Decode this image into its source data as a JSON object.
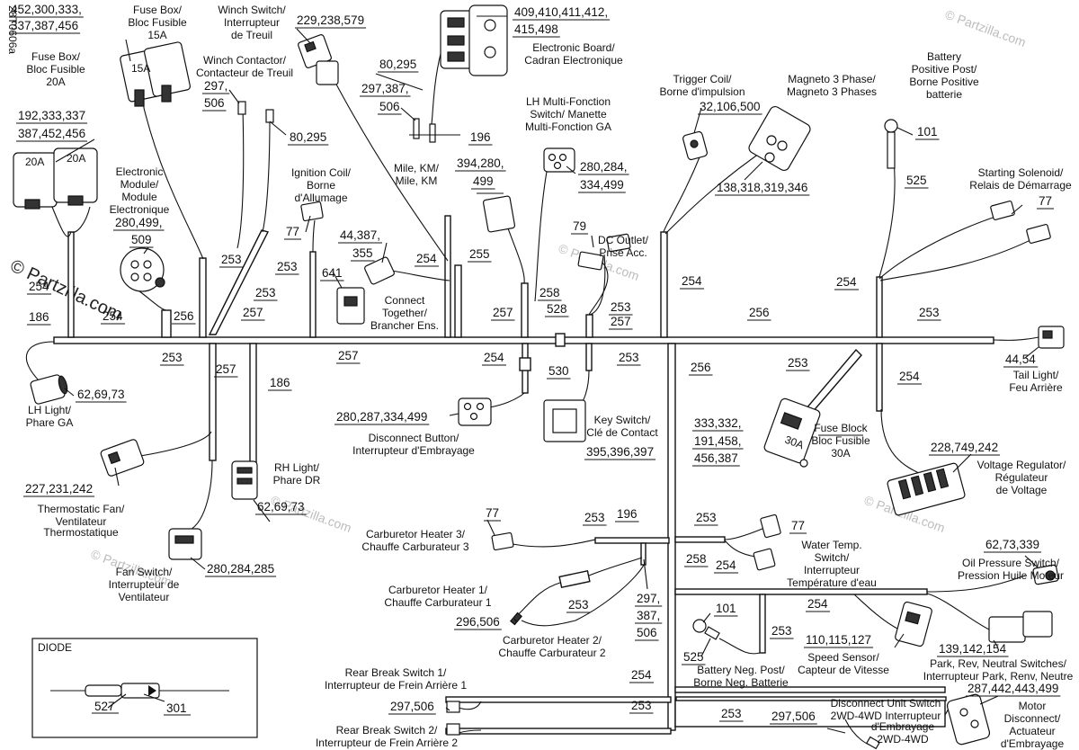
{
  "page": {
    "code": "28T0606a",
    "watermark": "© Partzilla.com",
    "watermark_faint": "© Partzilla.com"
  },
  "diode_box": {
    "title": "DIODE",
    "part_a": "527",
    "part_b": "301"
  },
  "top_labels": {
    "fuse15_parts_l1": "452,300,333,",
    "fuse15_parts_l2": "337,387,456",
    "fuse15_name_l1": "Fuse Box/",
    "fuse15_name_l2": "Bloc Fusible",
    "fuse15_name_l3": "15A",
    "fuse20_name_l1": "Fuse Box/",
    "fuse20_name_l2": "Bloc Fusible",
    "fuse20_name_l3": "20A",
    "fuse20_parts_l1": "192,333,337",
    "fuse20_parts_l2": "387,452,456",
    "winch_sw_l1": "Winch Switch/",
    "winch_sw_l2": "Interrupteur",
    "winch_sw_l3": "de Treuil",
    "winch_sw_parts": "229,238,579",
    "winch_ct_l1": "Winch Contactor/",
    "winch_ct_l2": "Contacteur de Treuil",
    "winch_ct_parts_l1": "297,",
    "winch_ct_parts_l2": "506",
    "winch_ct_parts_b": "80,295",
    "ebox_parts_l1": "409,410,411,412,",
    "ebox_parts_l2": "415,498",
    "ebox_l1": "Electronic Board/",
    "ebox_l2": "Cadran Electronique",
    "mile_parts_a": "80,295",
    "mile_parts_b1": "297,387,",
    "mile_parts_b2": "506",
    "mile_parts_c": "196",
    "mile_l1": "Mile, KM/",
    "mile_l2": "Mile, KM",
    "lhmf_l1": "LH Multi-Fonction",
    "lhmf_l2": "Switch/ Manette",
    "lhmf_l3": "Multi-Fonction GA",
    "lhmf_parts_a1": "394,280,",
    "lhmf_parts_a2": "499",
    "lhmf_parts_b1": "280,284,",
    "lhmf_parts_b2": "334,499",
    "trig_l1": "Trigger Coil/",
    "trig_l2": "Borne d'impulsion",
    "trig_parts": "32,106,500",
    "mag_l1": "Magneto 3 Phase/",
    "mag_l2": "Magneto 3 Phases",
    "mag_parts": "138,318,319,346",
    "batt_l1": "Battery",
    "batt_l2": "Positive Post/",
    "batt_l3": "Borne Positive",
    "batt_l4": "batterie",
    "batt_part": "101",
    "batt_part_b": "525",
    "start_l1": "Starting Solenoid/",
    "start_l2": "Relais de Démarrage",
    "start_part": "77",
    "emod_l1": "Electronic",
    "emod_l2": "Module/",
    "emod_l3": "Module",
    "emod_l4": "Electronique",
    "emod_parts_l1": "280,499,",
    "emod_parts_l2": "509",
    "ign_l1": "Ignition Coil/",
    "ign_l2": "Borne",
    "ign_l3": "d'Allumage",
    "ign_part": "77",
    "ct_parts_l1": "44,387,",
    "ct_parts_l2": "355",
    "ct_part_b": "641",
    "ct_l1": "Connect",
    "ct_l2": "Together/",
    "ct_l3": "Brancher Ens.",
    "dc_l1": "DC Outlet/",
    "dc_l2": "Prise Acc.",
    "dc_part": "79"
  },
  "harness_labels": {
    "h254a": "254",
    "h186a": "186",
    "h254b": "254",
    "h256a": "256",
    "h253a": "253",
    "h253b": "253",
    "h253c": "253",
    "h257a": "257",
    "h253d": "253",
    "h257b": "257",
    "h186b": "186",
    "h257c": "257",
    "h254c": "254",
    "h255": "255",
    "h257d": "257",
    "h258a": "258",
    "h528": "528",
    "h253e": "253",
    "h257e": "257",
    "h254d": "254",
    "h530": "530",
    "h253f": "253",
    "h254e": "254",
    "h256b": "256",
    "h254f": "254",
    "h253g": "253",
    "h256c": "256",
    "h253h": "253",
    "h254g": "254"
  },
  "lower_labels": {
    "lh_l1": "LH Light/",
    "lh_l2": "Phare GA",
    "lh_parts": "62,69,73",
    "thermo_parts": "227,231,242",
    "thermo_l1": "Thermostatic Fan/",
    "thermo_l2": "Ventilateur",
    "thermo_l3": "Thermostatique",
    "rh_l1": "RH Light/",
    "rh_l2": "Phare DR",
    "rh_parts": "62,69,73",
    "fansw_l1": "Fan Switch/",
    "fansw_l2": "Interrupteur de",
    "fansw_l3": "Ventilateur",
    "fansw_parts": "280,284,285",
    "disc_parts": "280,287,334,499",
    "disc_l1": "Disconnect Button/",
    "disc_l2": "Interrupteur d'Embrayage",
    "key_l1": "Key Switch/",
    "key_l2": "Clé de Contact",
    "key_parts": "395,396,397",
    "fb30_parts_l1": "333,332,",
    "fb30_parts_l2": "191,458,",
    "fb30_parts_l3": "456,387",
    "fb30_l1": "Fuse Block",
    "fb30_l2": "Bloc Fusible",
    "fb30_l3": "30A",
    "tail_parts": "44,54",
    "tail_l1": "Tail Light/",
    "tail_l2": "Feu Arrière",
    "vreg_parts": "228,749,242",
    "vreg_l1": "Voltage Regulator/",
    "vreg_l2": "Régulateur",
    "vreg_l3": "de Voltage",
    "ch3_part": "77",
    "ch3_l1": "Carburetor Heater 3/",
    "ch3_l2": "Chauffe Carburateur 3",
    "ch1_l1": "Carburetor Heater 1/",
    "ch1_l2": "Chauffe Carburateur 1",
    "ch1_parts": "296,506",
    "ch2_l1": "Carburetor Heater 2/",
    "ch2_l2": "Chauffe Carburateur 2",
    "cb253a": "253",
    "cb196": "196",
    "cb253b": "253",
    "cb_parts_l1": "297,",
    "cb_parts_l2": "387,",
    "cb_parts_l3": "506",
    "wt253": "253",
    "wt_part": "77",
    "wt_l1": "Water Temp.",
    "wt_l2": "Switch/",
    "wt_l3": "Interrupteur",
    "wt_l4": "Température d'eau",
    "wt258": "258",
    "wt254": "254",
    "op_parts": "62,73,339",
    "op_l1": "Oil Pressure Switch/",
    "op_l2": "Pression Huile Moteur",
    "bn_part": "101",
    "bn_part_b": "525",
    "bn_l1": "Battery Neg. Post/",
    "bn_l2": "Borne Neg. Batterie",
    "bn253": "253",
    "bn254": "254",
    "spd_parts": "110,115,127",
    "spd_l1": "Speed Sensor/",
    "spd_l2": "Capteur de Vitesse",
    "prn_parts": "139,142,154",
    "prn_l1": "Park, Rev, Neutral Switches/",
    "prn_l2": "Interrupteur Park, Renv, Neutre",
    "rb_h254": "254",
    "rb_h253": "253",
    "rb1_l1": "Rear Break Switch 1/",
    "rb1_l2": "Interrupteur de Frein Arrière 1",
    "rb_parts": "297,506",
    "rb2_l1": "Rear Break Switch 2/",
    "rb2_l2": "Interrupteur de Frein Arrière 2",
    "du253": "253",
    "du_parts": "297,506",
    "du_l1": "Disconnect Unit Switch",
    "du_l2": "2WD-4WD Interrupteur",
    "du_l3": "d'Embrayage",
    "du_l4": "2WD-4WD",
    "motor_parts": "287,442,443,499",
    "motor_l1": "Motor",
    "motor_l2": "Disconnect/",
    "motor_l3": "Actuateur",
    "motor_l4": "d'Embrayage"
  }
}
